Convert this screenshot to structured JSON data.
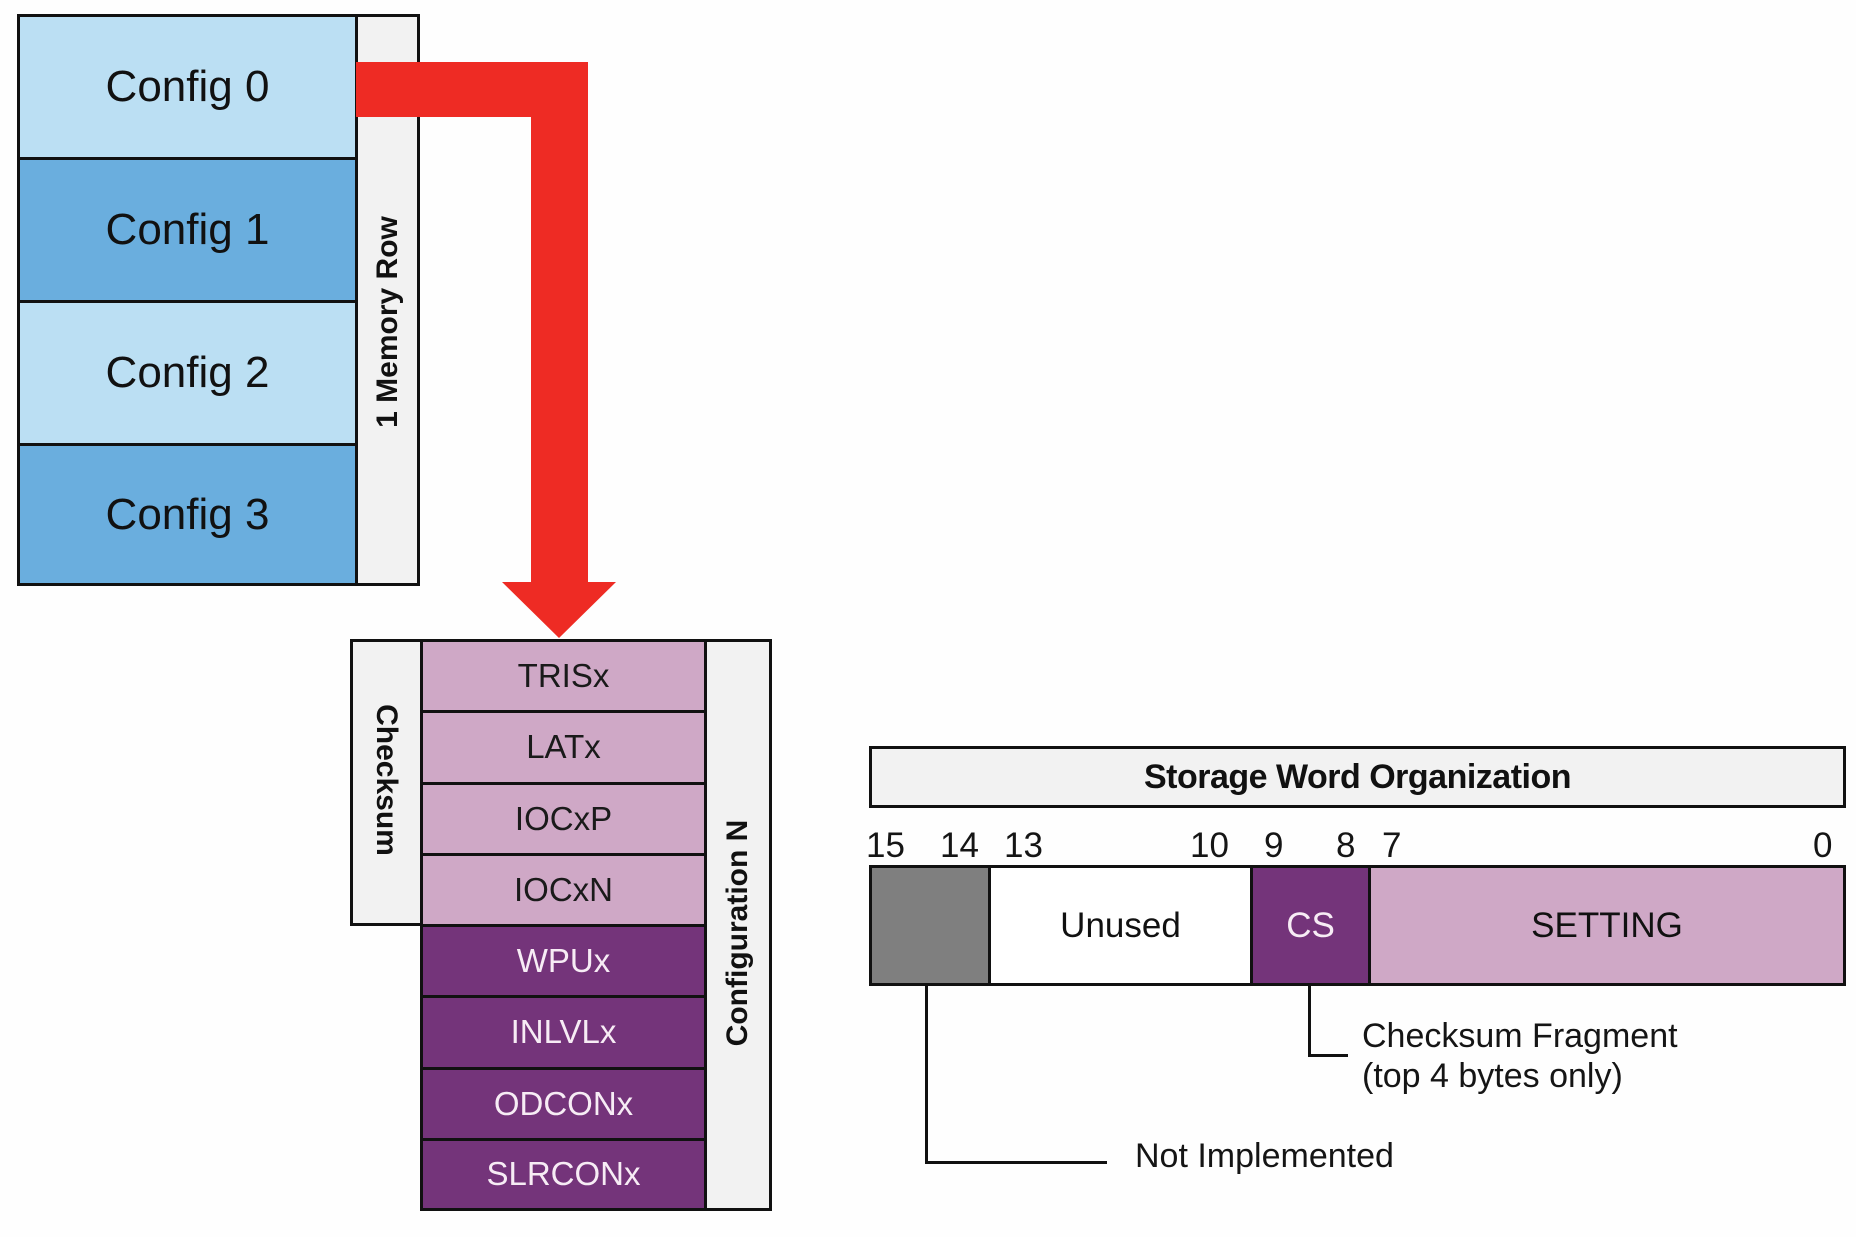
{
  "memory_row": {
    "label": "1 Memory Row",
    "configs": [
      {
        "label": "Config 0",
        "shade": "light"
      },
      {
        "label": "Config 1",
        "shade": "dark"
      },
      {
        "label": "Config 2",
        "shade": "light"
      },
      {
        "label": "Config 3",
        "shade": "dark"
      }
    ]
  },
  "configuration_n": {
    "label": "Configuration N",
    "checksum_label": "Checksum",
    "registers": [
      {
        "label": "TRISx",
        "group": "checksum"
      },
      {
        "label": "LATx",
        "group": "checksum"
      },
      {
        "label": "IOCxP",
        "group": "checksum"
      },
      {
        "label": "IOCxN",
        "group": "checksum"
      },
      {
        "label": "WPUx",
        "group": "other"
      },
      {
        "label": "INLVLx",
        "group": "other"
      },
      {
        "label": "ODCONx",
        "group": "other"
      },
      {
        "label": "SLRCONx",
        "group": "other"
      }
    ]
  },
  "storage_word": {
    "title": "Storage Word Organization",
    "bit_numbers": [
      "15",
      "14",
      "13",
      "10",
      "9",
      "8",
      "7",
      "0"
    ],
    "fields": [
      {
        "label": "",
        "bits": "15-14",
        "name": "not-implemented"
      },
      {
        "label": "Unused",
        "bits": "13-10",
        "name": "unused"
      },
      {
        "label": "CS",
        "bits": "9-8",
        "name": "checksum"
      },
      {
        "label": "SETTING",
        "bits": "7-0",
        "name": "setting"
      }
    ],
    "notes": {
      "checksum_fragment_line1": "Checksum Fragment",
      "checksum_fragment_line2": "(top 4 bytes only)",
      "not_implemented": "Not Implemented"
    }
  },
  "colors": {
    "config_light": "#BBDFF3",
    "config_dark": "#6AAEDE",
    "arrow_red": "#EE2B24",
    "purple_light": "#CFA8C6",
    "purple_dark": "#74347A",
    "not_implemented_gray": "#7F7F7F",
    "panel_gray": "#F2F2F2"
  }
}
